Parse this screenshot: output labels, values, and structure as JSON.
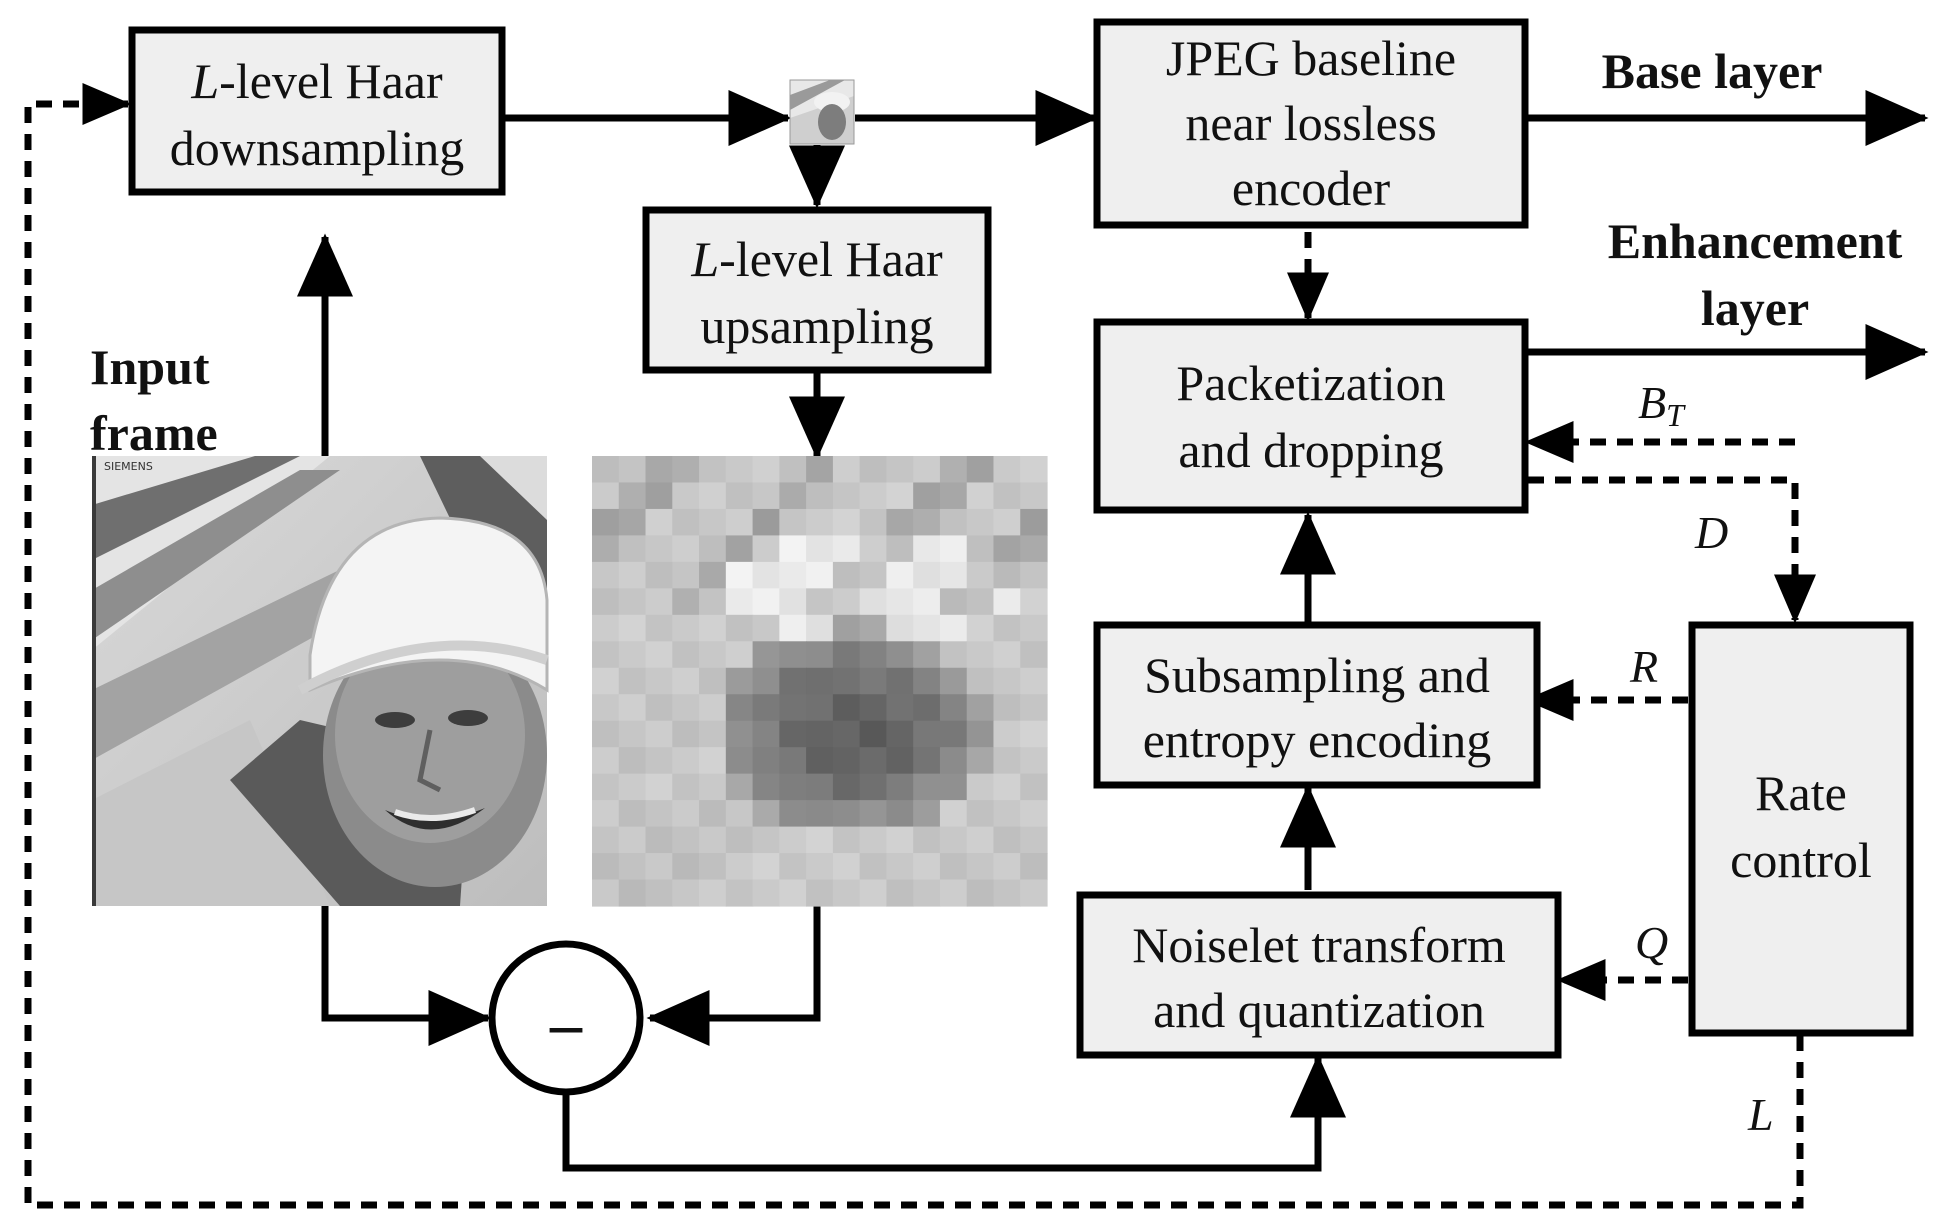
{
  "blocks": {
    "haar_down": {
      "prefix": "L",
      "line1_rest": "-level Haar",
      "line2": "downsampling"
    },
    "haar_up": {
      "prefix": "L",
      "line1_rest": "-level Haar",
      "line2": "upsampling"
    },
    "jpeg": {
      "line1": "JPEG baseline",
      "line2": "near lossless",
      "line3": "encoder"
    },
    "packet": {
      "line1": "Packetization",
      "line2": "and dropping"
    },
    "subsample": {
      "line1": "Subsampling and",
      "line2": "entropy encoding"
    },
    "noiselet": {
      "line1": "Noiselet transform",
      "line2": "and quantization"
    },
    "rate": {
      "line1": "Rate",
      "line2": "control"
    },
    "subtract": {
      "symbol": "–"
    }
  },
  "outputs": {
    "base": "Base layer",
    "enh_line1": "Enhancement",
    "enh_line2": "layer"
  },
  "input": {
    "line1": "Input",
    "line2": "frame",
    "image_caption": "SIEMENS"
  },
  "signals": {
    "BT_main": "B",
    "BT_sub": "T",
    "D": "D",
    "R": "R",
    "Q": "Q",
    "L": "L"
  }
}
